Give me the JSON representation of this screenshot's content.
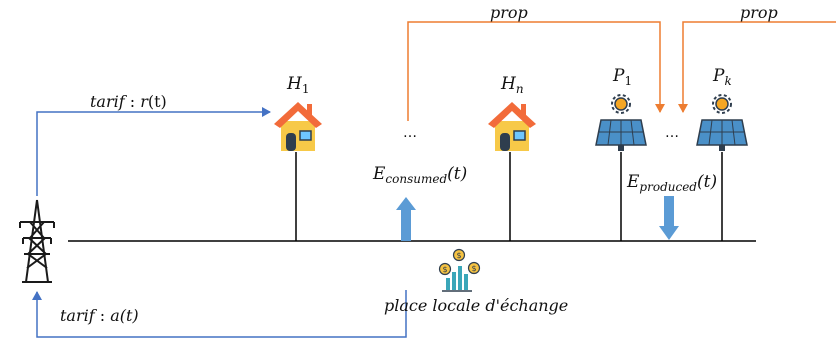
{
  "labels": {
    "tarif_r_text": "tarif",
    "tarif_r_sep": " : ",
    "tarif_r_fn": "r",
    "tarif_r_arg": "(t)",
    "tarif_a_text": "tarif",
    "tarif_a_sep": " : ",
    "tarif_a_fn": "a(t)",
    "h1_base": "H",
    "h1_sub": "1",
    "hn_base": "H",
    "hn_sub": "n",
    "p1_base": "P",
    "p1_sub": "1",
    "pk_base": "P",
    "pk_sub": "k",
    "prop_1": "prop",
    "prop_2": "prop",
    "e_consumed_base": "E",
    "e_consumed_sub": "consumed",
    "e_consumed_arg": "(t)",
    "e_produced_base": "E",
    "e_produced_sub": "produced",
    "e_produced_arg": "(t)",
    "marketplace": "place locale d'échange",
    "ellipsis_houses": "…",
    "ellipsis_producers": "…"
  },
  "colors": {
    "tariff_arrow": "#4472c4",
    "prop_arrow": "#ed7d31",
    "energy_arrow": "#5b9bd5",
    "bus_line": "#000000",
    "house_roof": "#f26b3a",
    "house_wall": "#f7c948",
    "solar_panel": "#4a90c8",
    "sun": "#f5a623"
  },
  "icons": {
    "tower": "power-tower-icon",
    "house": "house-icon",
    "solar": "solar-panel-icon",
    "market": "coins-chart-icon"
  }
}
